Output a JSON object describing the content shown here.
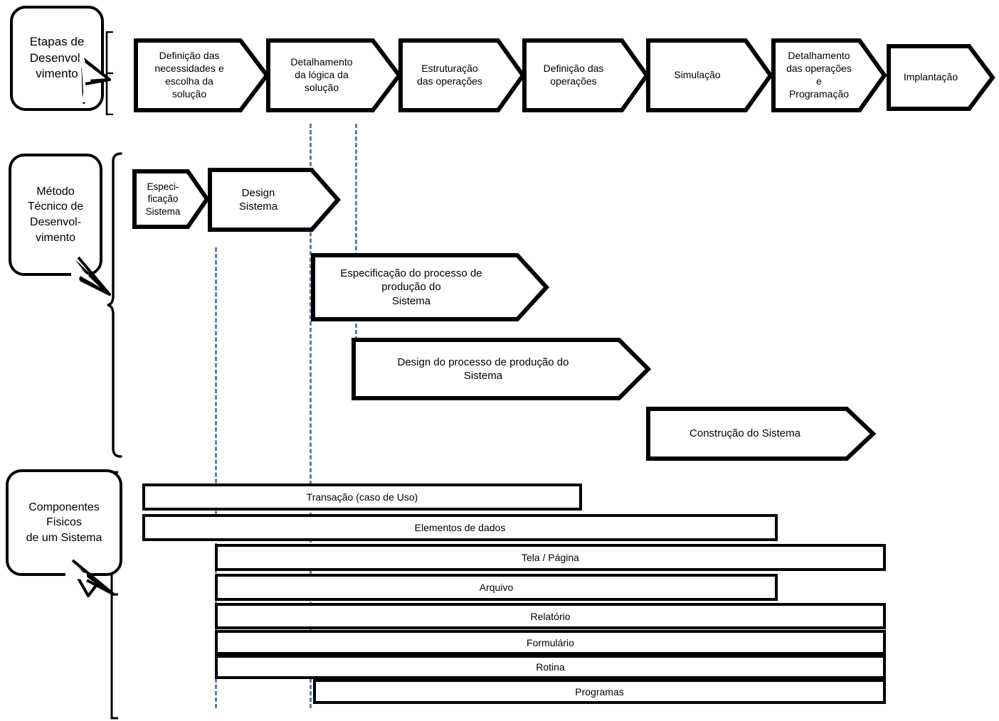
{
  "diagram": {
    "title": "Etapas de Desenvolvimento / Método Técnico / Componentes Físicos",
    "accent_dashed_color": "#5b80ab",
    "line_color": "#000000",
    "background": "#ffffff"
  },
  "rows": {
    "row1": {
      "callout": "Etapas de\nDesenvol-\nvimento",
      "callout_lines": [
        "Etapas de",
        "Desenvol-",
        "vimento"
      ],
      "steps": [
        {
          "label": "Definição das\nnecessidades e\nescolha da\nsolução",
          "lines": [
            "Definição das",
            "necessidades e",
            "escolha da",
            "solução"
          ]
        },
        {
          "label": "Detalhamento\nda lógica da\nsolução",
          "lines": [
            "Detalhamento",
            "da lógica da",
            "solução"
          ]
        },
        {
          "label": "Estruturação\ndas operações",
          "lines": [
            "Estruturação",
            "das operações"
          ]
        },
        {
          "label": "Definição das\noperações",
          "lines": [
            "Definição das",
            "operações"
          ]
        },
        {
          "label": "Simulação",
          "lines": [
            "Simulação"
          ]
        },
        {
          "label": "Detalhamento\ndas operações\ne\nProgramação",
          "lines": [
            "Detalhamento",
            "das operações",
            "e",
            "Programação"
          ]
        },
        {
          "label": "Implantação",
          "lines": [
            "Implantação"
          ]
        }
      ]
    },
    "row2": {
      "callout": "Método\nTécnico de\nDesenvol-\nvimento",
      "callout_lines": [
        "Método",
        "Técnico de",
        "Desenvol-",
        "vimento"
      ],
      "steps": [
        {
          "label": "Especi-\nficação\nSistema",
          "lines": [
            "Especi-",
            "ficação",
            "Sistema"
          ]
        },
        {
          "label": "Design\nSistema",
          "lines": [
            "Design",
            "Sistema"
          ]
        },
        {
          "label": "Especificação do processo de\nprodução do\nSistema",
          "lines": [
            "Especificação do processo de",
            "produção do",
            "Sistema"
          ]
        },
        {
          "label": "Design do processo de produção do\nSistema",
          "lines": [
            "Design do processo de produção do",
            "Sistema"
          ]
        },
        {
          "label": "Construção do Sistema",
          "lines": [
            "Construção do Sistema"
          ]
        }
      ]
    },
    "row3": {
      "callout": "Componentes\nFisicos\nde um Sistema",
      "callout_lines": [
        "Componentes",
        "Fisicos",
        "de um Sistema"
      ],
      "bars": [
        {
          "label": "Transação  (caso de Uso)"
        },
        {
          "label": "Elementos de dados"
        },
        {
          "label": "Tela / Página"
        },
        {
          "label": "Arquivo"
        },
        {
          "label": "Relatório"
        },
        {
          "label": "Formulário"
        },
        {
          "label": "Rotina"
        },
        {
          "label": "Programas"
        }
      ]
    }
  }
}
